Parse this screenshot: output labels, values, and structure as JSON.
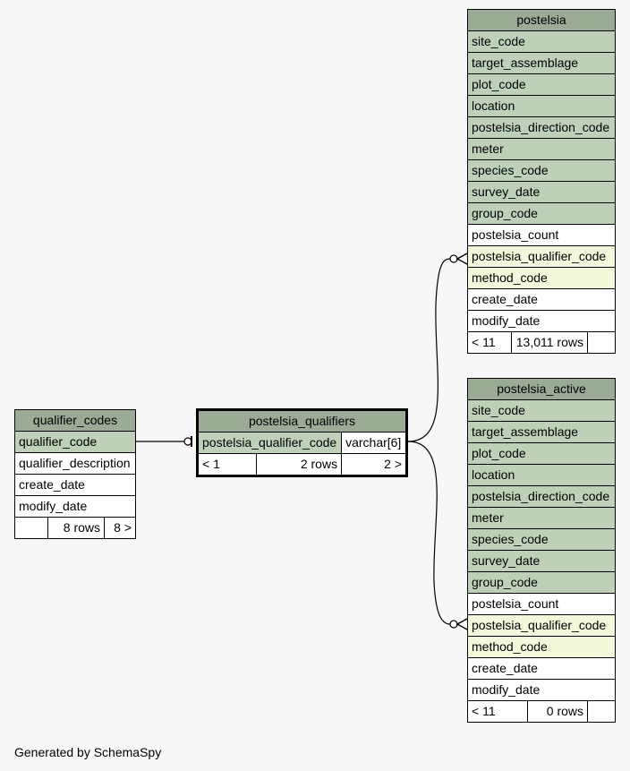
{
  "tables": {
    "postelsia": {
      "name": "postelsia",
      "columns": [
        {
          "name": "site_code",
          "kind": "pk"
        },
        {
          "name": "target_assemblage",
          "kind": "pk"
        },
        {
          "name": "plot_code",
          "kind": "pk"
        },
        {
          "name": "location",
          "kind": "pk"
        },
        {
          "name": "postelsia_direction_code",
          "kind": "pk"
        },
        {
          "name": "meter",
          "kind": "pk"
        },
        {
          "name": "species_code",
          "kind": "pk"
        },
        {
          "name": "survey_date",
          "kind": "pk"
        },
        {
          "name": "group_code",
          "kind": "pk"
        },
        {
          "name": "postelsia_count",
          "kind": "plain"
        },
        {
          "name": "postelsia_qualifier_code",
          "kind": "fk"
        },
        {
          "name": "method_code",
          "kind": "fk"
        },
        {
          "name": "create_date",
          "kind": "plain"
        },
        {
          "name": "modify_date",
          "kind": "plain"
        }
      ],
      "footer": {
        "parents": "< 11",
        "rows": "13,011 rows",
        "children": ""
      }
    },
    "postelsia_active": {
      "name": "postelsia_active",
      "columns": [
        {
          "name": "site_code",
          "kind": "pk"
        },
        {
          "name": "target_assemblage",
          "kind": "pk"
        },
        {
          "name": "plot_code",
          "kind": "pk"
        },
        {
          "name": "location",
          "kind": "pk"
        },
        {
          "name": "postelsia_direction_code",
          "kind": "pk"
        },
        {
          "name": "meter",
          "kind": "pk"
        },
        {
          "name": "species_code",
          "kind": "pk"
        },
        {
          "name": "survey_date",
          "kind": "pk"
        },
        {
          "name": "group_code",
          "kind": "pk"
        },
        {
          "name": "postelsia_count",
          "kind": "plain"
        },
        {
          "name": "postelsia_qualifier_code",
          "kind": "fk"
        },
        {
          "name": "method_code",
          "kind": "fk"
        },
        {
          "name": "create_date",
          "kind": "plain"
        },
        {
          "name": "modify_date",
          "kind": "plain"
        }
      ],
      "footer": {
        "parents": "< 11",
        "rows": "0 rows",
        "children": ""
      }
    },
    "qualifier_codes": {
      "name": "qualifier_codes",
      "columns": [
        {
          "name": "qualifier_code",
          "kind": "pk"
        },
        {
          "name": "qualifier_description",
          "kind": "plain"
        },
        {
          "name": "create_date",
          "kind": "plain"
        },
        {
          "name": "modify_date",
          "kind": "plain"
        }
      ],
      "footer": {
        "parents": "",
        "rows": "8 rows",
        "children": "8 >"
      }
    },
    "postelsia_qualifiers": {
      "name": "postelsia_qualifiers",
      "column": {
        "name": "postelsia_qualifier_code",
        "type": "varchar[6]"
      },
      "footer": {
        "parents": "< 1",
        "rows": "2 rows",
        "children": "2 >"
      }
    }
  },
  "footer_text": "Generated by SchemaSpy",
  "colors": {
    "header": "#9bab96",
    "primary_key": "#bed1b8",
    "foreign_key": "#f4f7da",
    "background": "#f7f7f7"
  }
}
